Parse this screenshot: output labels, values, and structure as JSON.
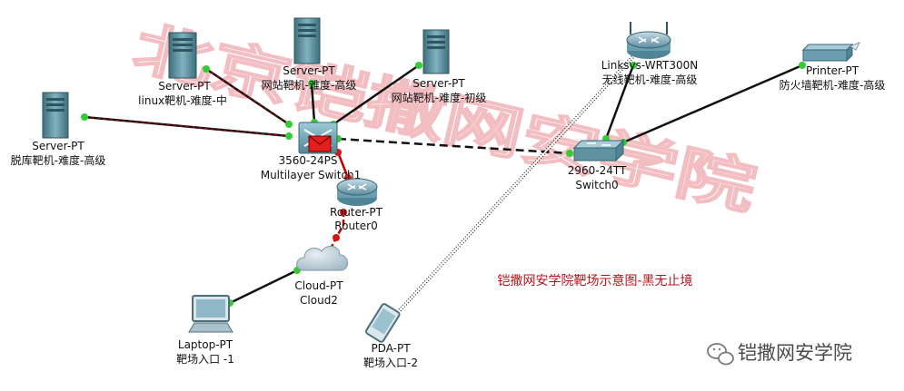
{
  "colors": {
    "link": "#111111",
    "red_link": "#c00000",
    "port": "#33cc33",
    "port_red": "#d01818",
    "caption": "#b5151b",
    "watermark": "#f2b8bc",
    "server_body": "#5f93a0",
    "device_blue": "#6b9fb0"
  },
  "watermark": {
    "text": "北京铠撒网安学院"
  },
  "caption": "铠撒网安学院靶场示意图-黑无止境",
  "brand": {
    "text": "铠撒网安学院",
    "icon": "wechat-icon"
  },
  "devices": {
    "server_linux": {
      "icon": "server-icon",
      "line1": "Server-PT",
      "line2": "linux靶机-难度-中"
    },
    "server_web_high": {
      "icon": "server-icon",
      "line1": "Server-PT",
      "line2": "网站靶机-难度-高级"
    },
    "server_web_low": {
      "icon": "server-icon",
      "line1": "Server-PT",
      "line2": "网站靶机-难度-初级"
    },
    "server_db": {
      "icon": "server-icon",
      "line1": "Server-PT",
      "line2": "脱库靶机-难度-高级"
    },
    "multilayer_switch": {
      "icon": "multilayer-switch-icon",
      "line1": "3560-24PS",
      "line2": "Multilayer Switch1"
    },
    "router": {
      "icon": "router-icon",
      "line1": "Router-PT",
      "line2": "Router0"
    },
    "cloud": {
      "icon": "cloud-icon",
      "line1": "Cloud-PT",
      "line2": "Cloud2"
    },
    "laptop": {
      "icon": "laptop-icon",
      "line1": "Laptop-PT",
      "line2": "靶场入口 -1"
    },
    "pda": {
      "icon": "pda-icon",
      "line1": "PDA-PT",
      "line2": "靶场入口-2"
    },
    "wireless_router": {
      "icon": "wireless-router-icon",
      "line1": "Linksys-WRT300N",
      "line2": "无线靶机-难度-高级"
    },
    "printer": {
      "icon": "printer-icon",
      "line1": "Printer-PT",
      "line2": "防火墙靶机-难度-高级"
    },
    "switch": {
      "icon": "switch-icon",
      "line1": "2960-24TT",
      "line2": "Switch0"
    }
  }
}
